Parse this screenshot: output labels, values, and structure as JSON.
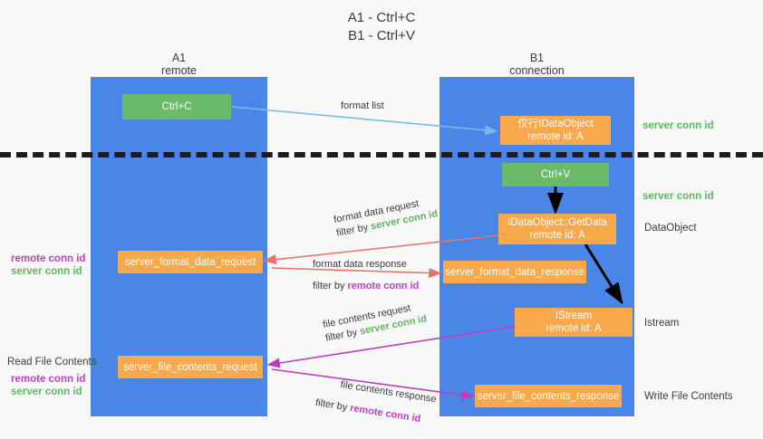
{
  "title": {
    "line1": "A1 - Ctrl+C",
    "line2": "B1 - Ctrl+V"
  },
  "lanes": [
    {
      "id": "a1",
      "name": "A1",
      "role": "remote",
      "color": "#4a86e8"
    },
    {
      "id": "b1",
      "name": "B1",
      "role": "connection",
      "color": "#4a86e8"
    }
  ],
  "colors": {
    "lane": "#4a86e8",
    "orange": "#f9a94c",
    "green": "#6aba6a",
    "server_conn_id": "#5fb85f",
    "remote_conn_id": "#c23fc2",
    "arrow_blue": "#7bb8e8",
    "arrow_red": "#e8736b",
    "arrow_magenta": "#bb3fbb",
    "arrow_black": "#000000",
    "text": "#3c3c3c"
  },
  "boxes": {
    "ctrl_c": {
      "label": "Ctrl+C",
      "style": "green"
    },
    "data_object_top": {
      "line1": "仅行IDataObject",
      "line2": "remote id: A",
      "style": "orange"
    },
    "ctrl_v": {
      "label": "Ctrl+V",
      "style": "green"
    },
    "get_data": {
      "line1": "IDataObject::GetData",
      "line2": "remote id: A",
      "style": "orange"
    },
    "server_format_data_request": {
      "label": "server_format_data_request",
      "style": "orange"
    },
    "server_format_data_response": {
      "label": "server_format_data_response",
      "style": "orange"
    },
    "istream": {
      "line1": "IStream",
      "line2": "remote id: A",
      "style": "orange"
    },
    "server_file_contents_request": {
      "label": "server_file_contents_request",
      "style": "orange"
    },
    "server_file_contents_response": {
      "label": "server_file_contents_response",
      "style": "orange"
    }
  },
  "edges": {
    "format_list": {
      "label": "format list"
    },
    "format_data_request": {
      "line1": "format data request",
      "filter_prefix": "filter by ",
      "filter_value": "server conn id"
    },
    "format_data_response": {
      "line1": "format data response",
      "filter_prefix": "filter by ",
      "filter_value": "remote conn id"
    },
    "file_contents_request": {
      "line1": "file contents request",
      "filter_prefix": "filter by ",
      "filter_value": "server conn id"
    },
    "file_contents_response": {
      "line1": "file contents response",
      "filter_prefix": "filter by ",
      "filter_value": "remote conn id"
    }
  },
  "right_labels": {
    "server_conn_id_top": "server conn id",
    "server_conn_id_mid": "server conn id",
    "data_object": "DataObject",
    "istream": "Istream",
    "write_file_contents": "Write File Contents"
  },
  "left_labels": {
    "remote_conn_id_mid": "remote conn id",
    "server_conn_id_mid": "server conn id",
    "read_file_contents": "Read File Contents",
    "remote_conn_id_bottom": "remote conn id",
    "server_conn_id_bottom": "server conn id"
  }
}
